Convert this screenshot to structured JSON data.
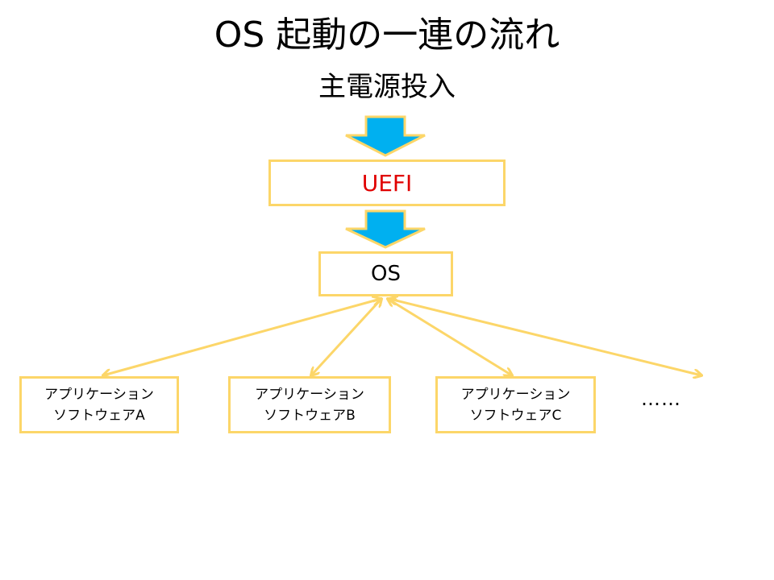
{
  "title": "OS 起動の一連の流れ",
  "subtitle": "主電源投入",
  "nodes": {
    "uefi": {
      "label": "UEFI"
    },
    "os": {
      "label": "OS"
    },
    "apps": [
      {
        "line1": "アプリケーション",
        "line2": "ソフトウェアA"
      },
      {
        "line1": "アプリケーション",
        "line2": "ソフトウェアB"
      },
      {
        "line1": "アプリケーション",
        "line2": "ソフトウェアC"
      }
    ],
    "more": "……"
  },
  "colors": {
    "box_border": "#fcd669",
    "connector": "#fcd669",
    "flow_arrow_fill": "#00b0f0",
    "flow_arrow_border": "#fcd669",
    "uefi_text": "#e00000"
  }
}
